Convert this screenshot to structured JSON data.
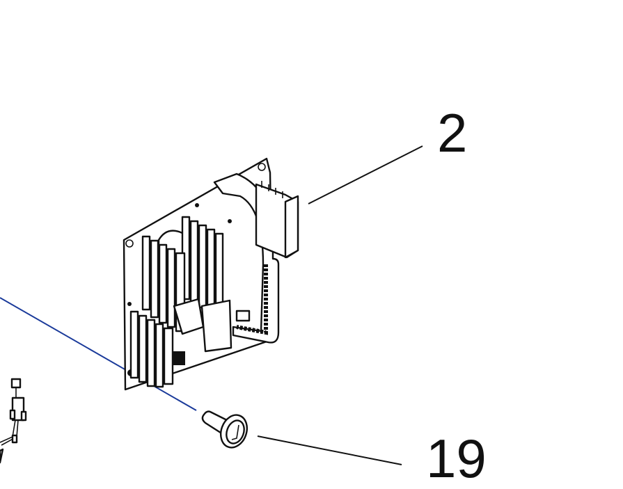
{
  "callouts": [
    {
      "label": "2",
      "part": "power-supply-board"
    },
    {
      "label": "19",
      "part": "screw"
    }
  ],
  "colors": {
    "line": "#111111",
    "guide": "#1a3a9a",
    "background": "#ffffff"
  }
}
